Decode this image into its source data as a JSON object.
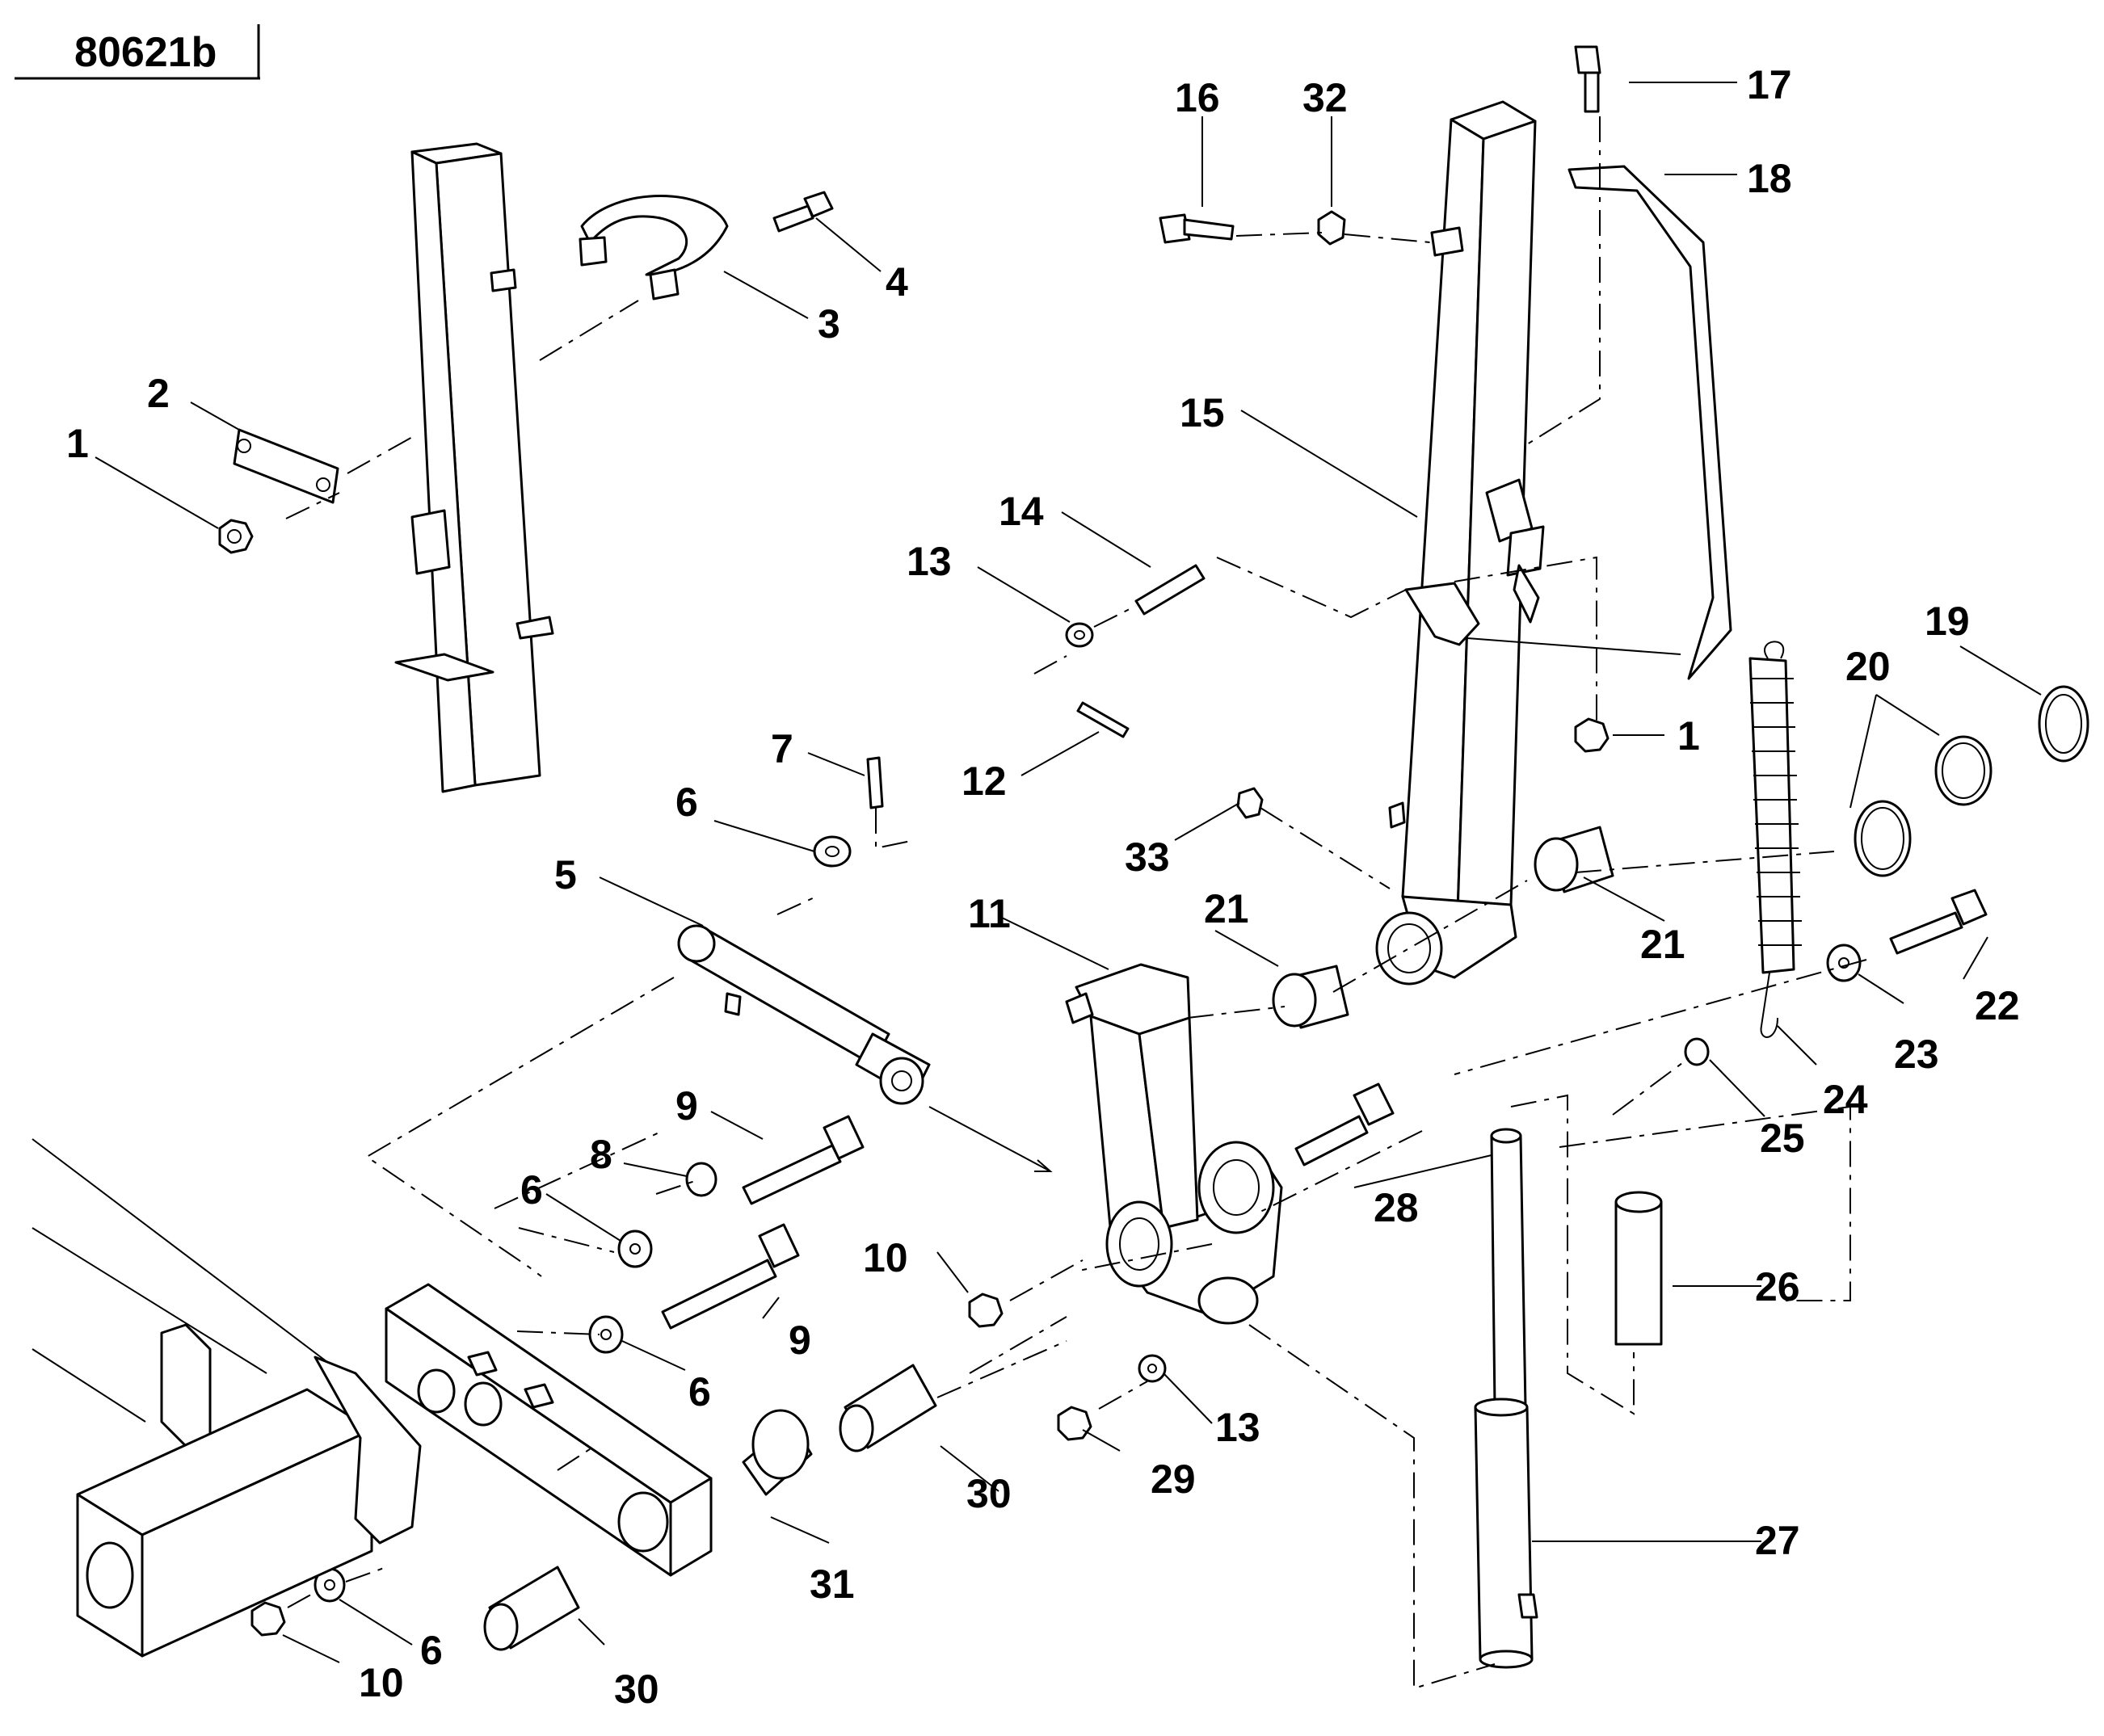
{
  "drawing_id": "80621b",
  "callouts": [
    {
      "num": "1"
    },
    {
      "num": "2"
    },
    {
      "num": "3"
    },
    {
      "num": "4"
    },
    {
      "num": "5"
    },
    {
      "num": "6"
    },
    {
      "num": "6"
    },
    {
      "num": "6"
    },
    {
      "num": "6"
    },
    {
      "num": "7"
    },
    {
      "num": "8"
    },
    {
      "num": "9"
    },
    {
      "num": "9"
    },
    {
      "num": "10"
    },
    {
      "num": "10"
    },
    {
      "num": "11"
    },
    {
      "num": "12"
    },
    {
      "num": "13"
    },
    {
      "num": "13"
    },
    {
      "num": "14"
    },
    {
      "num": "15"
    },
    {
      "num": "16"
    },
    {
      "num": "17"
    },
    {
      "num": "18"
    },
    {
      "num": "1"
    },
    {
      "num": "19"
    },
    {
      "num": "20"
    },
    {
      "num": "21"
    },
    {
      "num": "21"
    },
    {
      "num": "22"
    },
    {
      "num": "23"
    },
    {
      "num": "24"
    },
    {
      "num": "25"
    },
    {
      "num": "26"
    },
    {
      "num": "27"
    },
    {
      "num": "28"
    },
    {
      "num": "29"
    },
    {
      "num": "30"
    },
    {
      "num": "30"
    },
    {
      "num": "31"
    },
    {
      "num": "32"
    },
    {
      "num": "33"
    }
  ]
}
